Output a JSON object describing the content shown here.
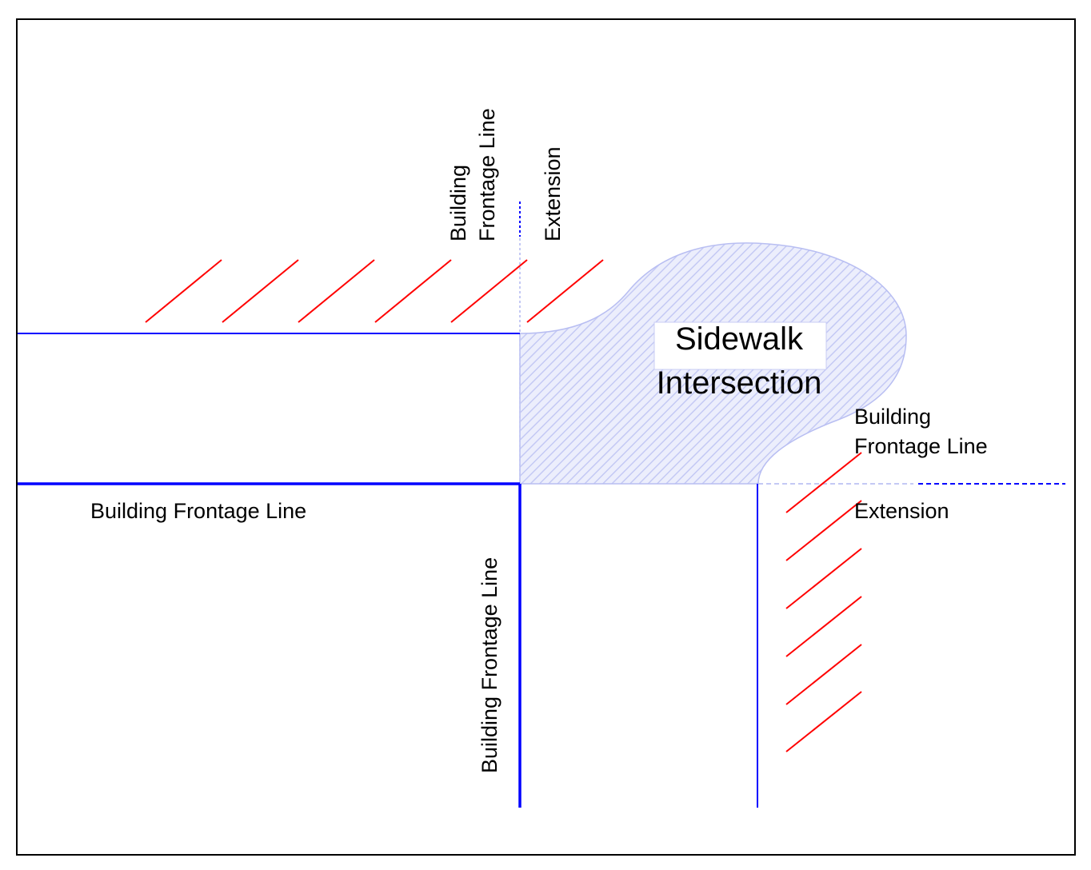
{
  "diagram": {
    "sidewalk_label_line1": "Sidewalk",
    "sidewalk_label_line2": "Intersection",
    "top_frontage_line1": "Building",
    "top_frontage_line2": "Frontage Line",
    "top_extension": "Extension",
    "right_frontage_line1": "Building",
    "right_frontage_line2": "Frontage Line",
    "right_extension": "Extension",
    "bottom_left_frontage": "Building Frontage Line",
    "vertical_frontage": "Building Frontage Line"
  },
  "colors": {
    "frontage_line": "#0000ff",
    "hatch_marks": "#ff0000",
    "sidewalk_fill": "#c8ccf5"
  }
}
